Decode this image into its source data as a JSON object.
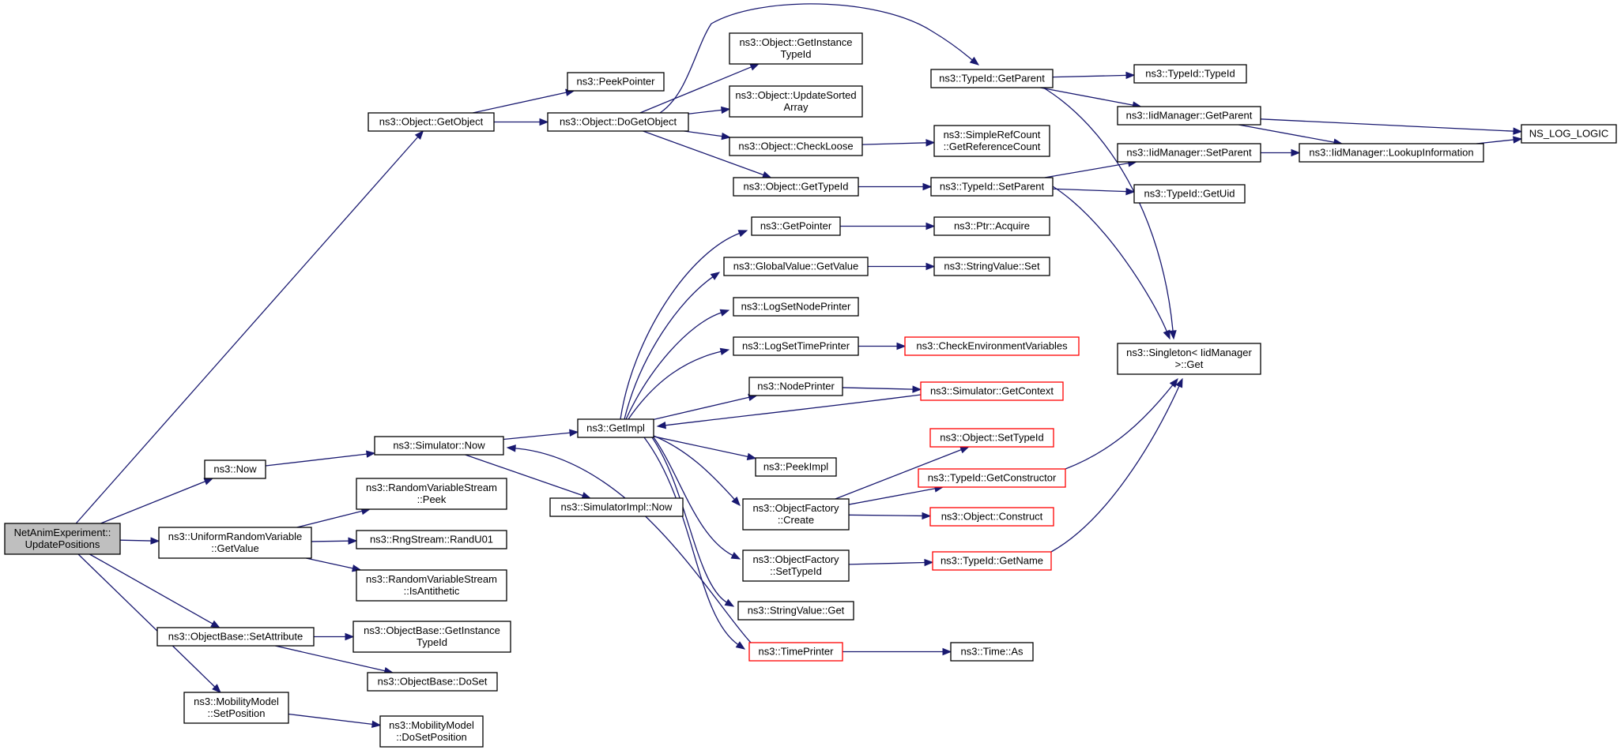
{
  "colors": {
    "edge": "#191970",
    "node_border": "#000000",
    "truncated_border": "#ff0000",
    "root_fill": "#bfbfbf",
    "background": "#ffffff"
  },
  "nodes": [
    {
      "id": "root",
      "lines": [
        "NetAnimExperiment::",
        "UpdatePositions"
      ],
      "style": "root"
    },
    {
      "id": "object-getobject",
      "lines": [
        "ns3::Object::GetObject"
      ]
    },
    {
      "id": "now",
      "lines": [
        "ns3::Now"
      ]
    },
    {
      "id": "uniform-getvalue",
      "lines": [
        "ns3::UniformRandomVariable",
        "::GetValue"
      ]
    },
    {
      "id": "objectbase-setattribute",
      "lines": [
        "ns3::ObjectBase::SetAttribute"
      ]
    },
    {
      "id": "mobility-setposition",
      "lines": [
        "ns3::MobilityModel",
        "::SetPosition"
      ]
    },
    {
      "id": "peekpointer",
      "lines": [
        "ns3::PeekPointer"
      ]
    },
    {
      "id": "object-dogetobject",
      "lines": [
        "ns3::Object::DoGetObject"
      ]
    },
    {
      "id": "simulator-now",
      "lines": [
        "ns3::Simulator::Now"
      ]
    },
    {
      "id": "rvs-peek",
      "lines": [
        "ns3::RandomVariableStream",
        "::Peek"
      ]
    },
    {
      "id": "rngstream-randu01",
      "lines": [
        "ns3::RngStream::RandU01"
      ]
    },
    {
      "id": "rvs-isantithetic",
      "lines": [
        "ns3::RandomVariableStream",
        "::IsAntithetic"
      ]
    },
    {
      "id": "objectbase-getinstancetypeid",
      "lines": [
        "ns3::ObjectBase::GetInstance",
        "TypeId"
      ]
    },
    {
      "id": "objectbase-doset",
      "lines": [
        "ns3::ObjectBase::DoSet"
      ]
    },
    {
      "id": "mobility-dosetposition",
      "lines": [
        "ns3::MobilityModel",
        "::DoSetPosition"
      ]
    },
    {
      "id": "object-getinstancetypeid",
      "lines": [
        "ns3::Object::GetInstance",
        "TypeId"
      ]
    },
    {
      "id": "object-updatesortedarray",
      "lines": [
        "ns3::Object::UpdateSorted",
        "Array"
      ]
    },
    {
      "id": "object-checkloose",
      "lines": [
        "ns3::Object::CheckLoose"
      ]
    },
    {
      "id": "object-gettypeid",
      "lines": [
        "ns3::Object::GetTypeId"
      ]
    },
    {
      "id": "getimpl",
      "lines": [
        "ns3::GetImpl"
      ]
    },
    {
      "id": "simulatorimpl-now",
      "lines": [
        "ns3::SimulatorImpl::Now"
      ]
    },
    {
      "id": "typeid-getparent",
      "lines": [
        "ns3::TypeId::GetParent"
      ]
    },
    {
      "id": "simplerefcount",
      "lines": [
        "ns3::SimpleRefCount",
        "::GetReferenceCount"
      ]
    },
    {
      "id": "typeid-setparent",
      "lines": [
        "ns3::TypeId::SetParent"
      ]
    },
    {
      "id": "getpointer",
      "lines": [
        "ns3::GetPointer"
      ]
    },
    {
      "id": "globalvalue-getvalue",
      "lines": [
        "ns3::GlobalValue::GetValue"
      ]
    },
    {
      "id": "logsetnodeprinter",
      "lines": [
        "ns3::LogSetNodePrinter"
      ]
    },
    {
      "id": "logsettimeprinter",
      "lines": [
        "ns3::LogSetTimePrinter"
      ]
    },
    {
      "id": "nodeprinter",
      "lines": [
        "ns3::NodePrinter"
      ]
    },
    {
      "id": "peekimpl",
      "lines": [
        "ns3::PeekImpl"
      ]
    },
    {
      "id": "objectfactory-create",
      "lines": [
        "ns3::ObjectFactory",
        "::Create"
      ]
    },
    {
      "id": "objectfactory-settypeid",
      "lines": [
        "ns3::ObjectFactory",
        "::SetTypeId"
      ]
    },
    {
      "id": "stringvalue-get",
      "lines": [
        "ns3::StringValue::Get"
      ]
    },
    {
      "id": "timeprinter",
      "lines": [
        "ns3::TimePrinter"
      ],
      "style": "red"
    },
    {
      "id": "typeid-typeid",
      "lines": [
        "ns3::TypeId::TypeId"
      ]
    },
    {
      "id": "iidmanager-getparent",
      "lines": [
        "ns3::IidManager::GetParent"
      ]
    },
    {
      "id": "iidmanager-setparent",
      "lines": [
        "ns3::IidManager::SetParent"
      ]
    },
    {
      "id": "typeid-getuid",
      "lines": [
        "ns3::TypeId::GetUid"
      ]
    },
    {
      "id": "ptr-acquire",
      "lines": [
        "ns3::Ptr::Acquire"
      ]
    },
    {
      "id": "stringvalue-set",
      "lines": [
        "ns3::StringValue::Set"
      ]
    },
    {
      "id": "checkenvironmentvariables",
      "lines": [
        "ns3::CheckEnvironmentVariables"
      ],
      "style": "red"
    },
    {
      "id": "simulator-getcontext",
      "lines": [
        "ns3::Simulator::GetContext"
      ],
      "style": "red"
    },
    {
      "id": "object-settypeid",
      "lines": [
        "ns3::Object::SetTypeId"
      ],
      "style": "red"
    },
    {
      "id": "typeid-getconstructor",
      "lines": [
        "ns3::TypeId::GetConstructor"
      ],
      "style": "red"
    },
    {
      "id": "object-construct",
      "lines": [
        "ns3::Object::Construct"
      ],
      "style": "red"
    },
    {
      "id": "typeid-getname",
      "lines": [
        "ns3::TypeId::GetName"
      ],
      "style": "red"
    },
    {
      "id": "time-as",
      "lines": [
        "ns3::Time::As"
      ]
    },
    {
      "id": "singleton-get",
      "lines": [
        "ns3::Singleton< IidManager",
        " >::Get"
      ]
    },
    {
      "id": "iidmanager-lookupinformation",
      "lines": [
        "ns3::IidManager::LookupInformation"
      ]
    },
    {
      "id": "ns-log-logic",
      "lines": [
        "NS_LOG_LOGIC"
      ]
    }
  ]
}
